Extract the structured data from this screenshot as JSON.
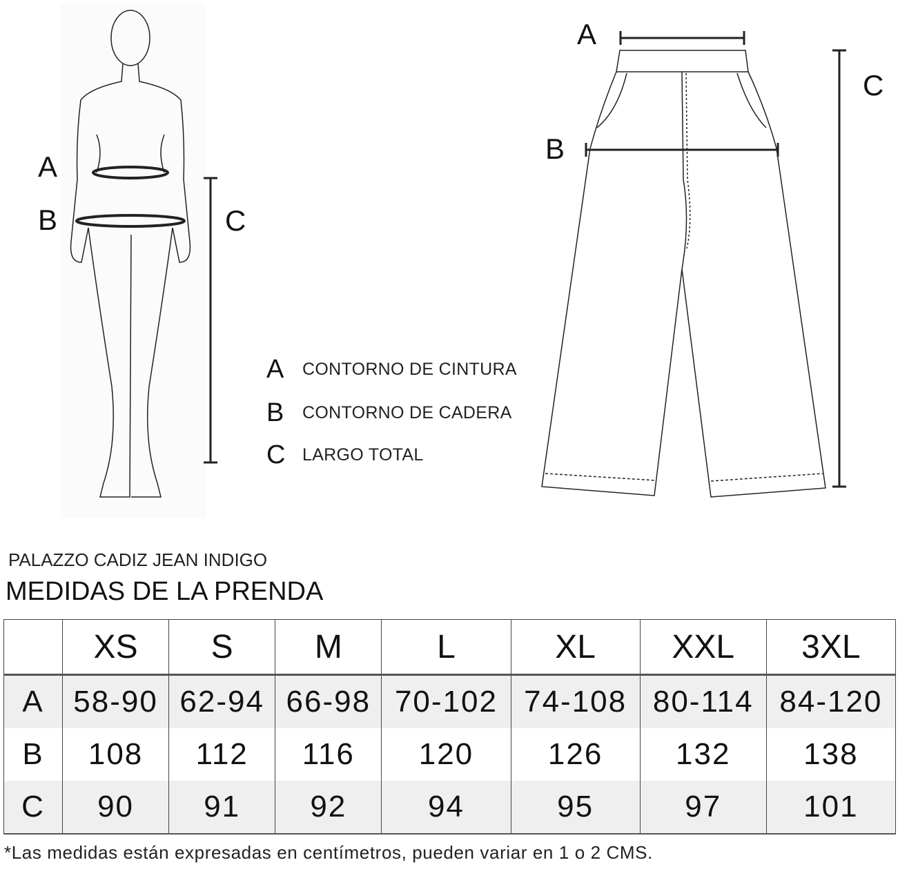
{
  "body_figure": {
    "labels": {
      "a": "A",
      "b": "B",
      "c": "C"
    }
  },
  "garment_figure": {
    "labels": {
      "a": "A",
      "b": "B",
      "c": "C"
    }
  },
  "legend": [
    {
      "key": "A",
      "text": "CONTORNO DE CINTURA"
    },
    {
      "key": "B",
      "text": "CONTORNO DE CADERA"
    },
    {
      "key": "C",
      "text": "LARGO TOTAL"
    }
  ],
  "product_name": "PALAZZO CADIZ JEAN INDIGO",
  "section_title": "MEDIDAS DE LA PRENDA",
  "table": {
    "headers": [
      "XS",
      "S",
      "M",
      "L",
      "XL",
      "XXL",
      "3XL"
    ],
    "rows": [
      {
        "key": "A",
        "values": [
          "58-90",
          "62-94",
          "66-98",
          "70-102",
          "74-108",
          "80-114",
          "84-120"
        ]
      },
      {
        "key": "B",
        "values": [
          "108",
          "112",
          "116",
          "120",
          "126",
          "132",
          "138"
        ]
      },
      {
        "key": "C",
        "values": [
          "90",
          "91",
          "92",
          "94",
          "95",
          "97",
          "101"
        ]
      }
    ]
  },
  "footnote": "*Las medidas están expresadas en centímetros, pueden variar en 1 o 2 CMS."
}
